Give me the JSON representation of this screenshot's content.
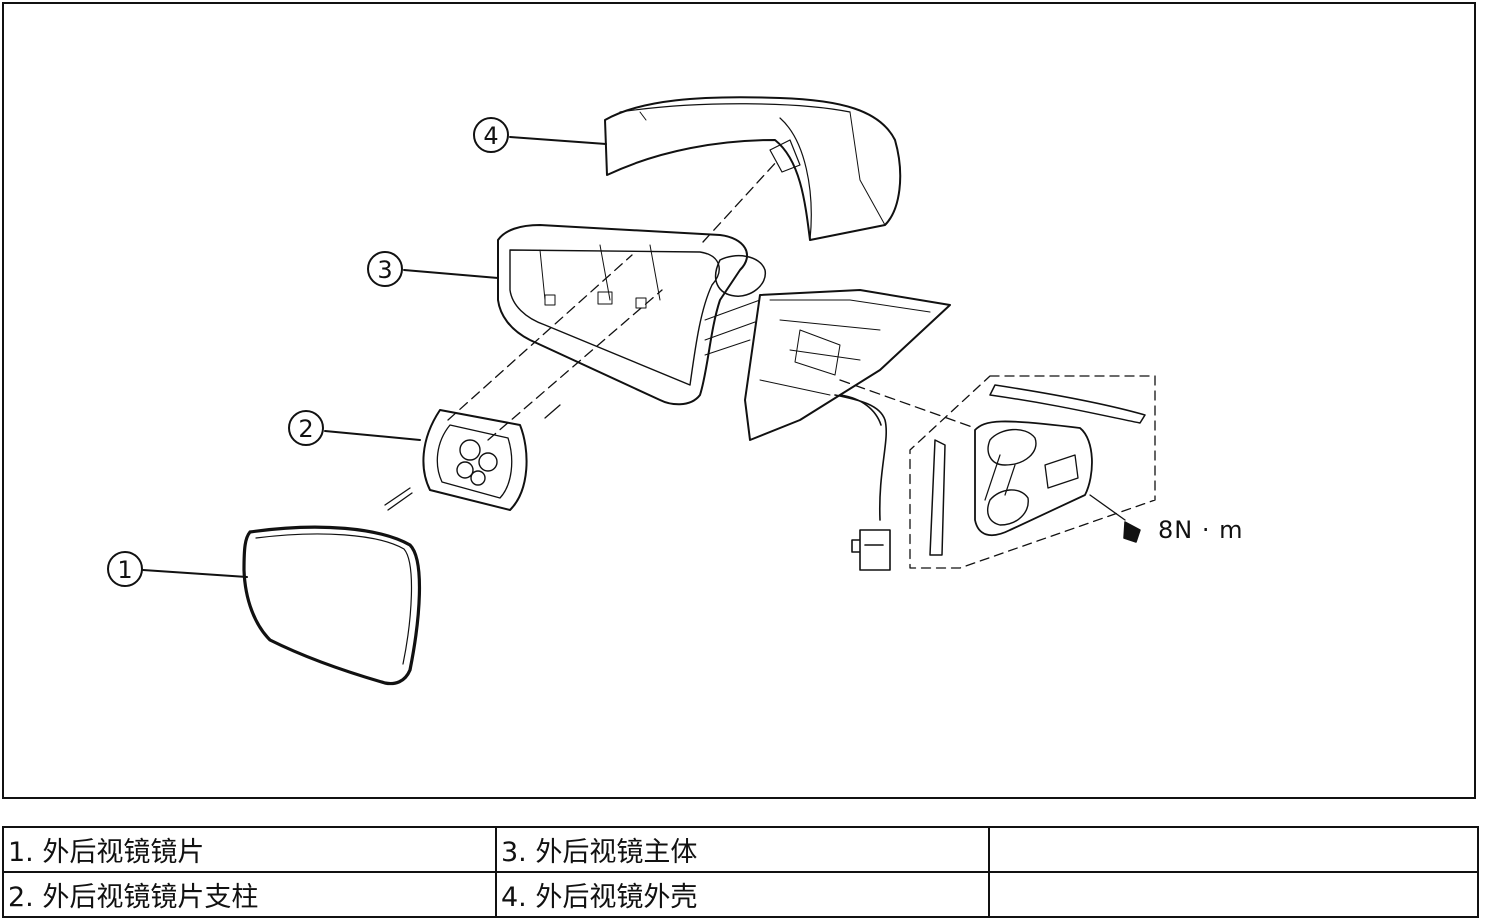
{
  "callouts": [
    {
      "id": "callout-1",
      "label": "1"
    },
    {
      "id": "callout-2",
      "label": "2"
    },
    {
      "id": "callout-3",
      "label": "3"
    },
    {
      "id": "callout-4",
      "label": "4"
    }
  ],
  "torque_label": "8N · m",
  "legend": {
    "rows": [
      [
        "1. 外后视镜镜片",
        "3. 外后视镜主体",
        ""
      ],
      [
        "2. 外后视镜镜片支柱",
        "4. 外后视镜外壳",
        ""
      ]
    ]
  }
}
